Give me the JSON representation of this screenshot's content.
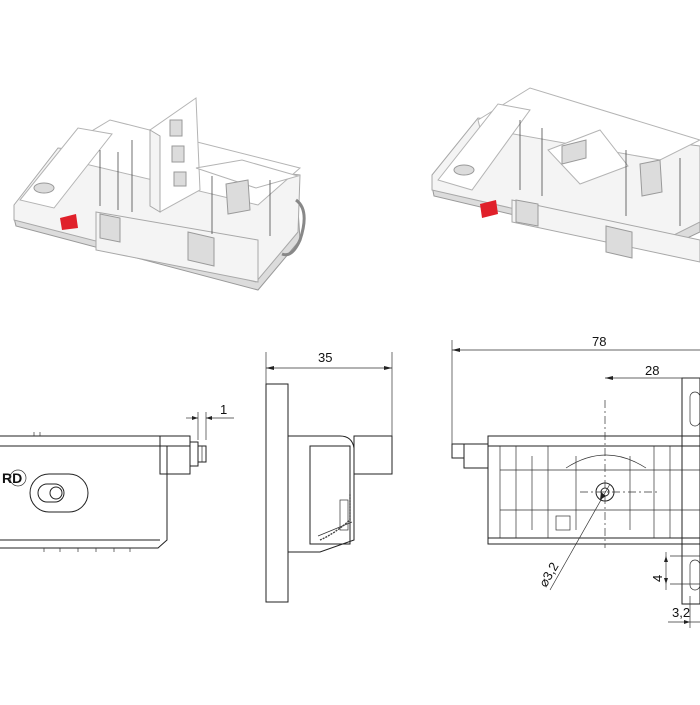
{
  "colors": {
    "background": "#ffffff",
    "part_body": "#f4f4f4",
    "part_shadow": "#d9d9d9",
    "accent_red": "#e0202a",
    "line": "#222222"
  },
  "dimensions": {
    "side_thickness": "1",
    "depth": "35",
    "overall_length": "78",
    "hole_offset": "28",
    "hole_diameter": "⌀3,2",
    "slot_height": "4",
    "slot_offset": "3,2"
  },
  "logo": {
    "text": "RD"
  }
}
